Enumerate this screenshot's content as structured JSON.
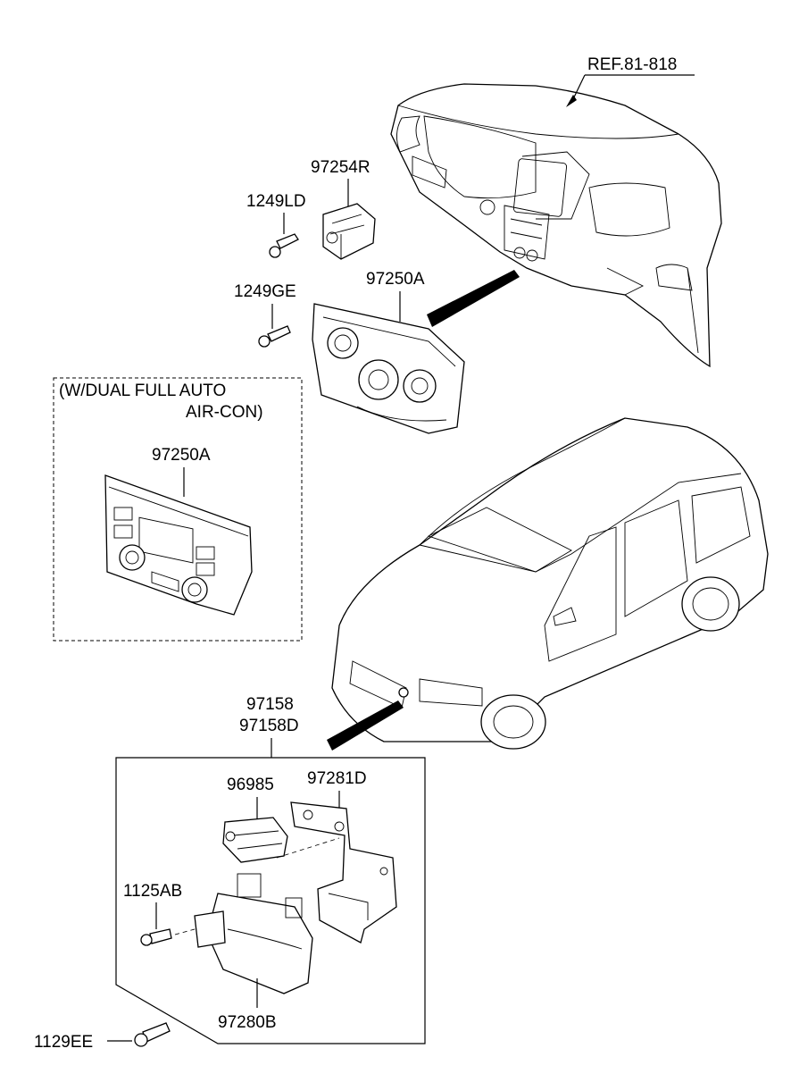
{
  "labels": {
    "ref": "REF.81-818",
    "p97254R": "97254R",
    "p1249LD": "1249LD",
    "p1249GE": "1249GE",
    "p97250A_top": "97250A",
    "note_line1": "(W/DUAL FULL AUTO",
    "note_line2": "AIR-CON)",
    "p97250A_box": "97250A",
    "p97158": "97158",
    "p97158D": "97158D",
    "p96985": "96985",
    "p97281D": "97281D",
    "p1125AB": "1125AB",
    "p97280B": "97280B",
    "p1129EE": "1129EE"
  }
}
